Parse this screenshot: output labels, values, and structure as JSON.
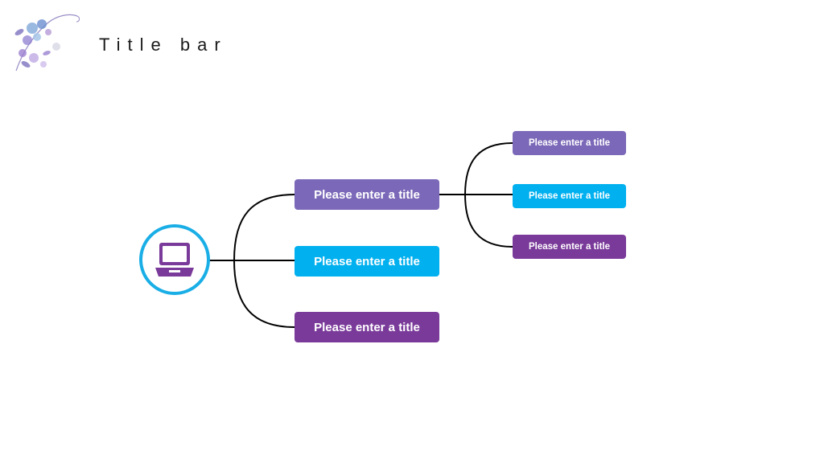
{
  "slide": {
    "title": "Title bar"
  },
  "diagram": {
    "root_icon": "laptop-icon",
    "branches": [
      {
        "label": "Please enter a title",
        "color": "#7b68b8",
        "children": [
          {
            "label": "Please enter a title",
            "color": "#7b68b8"
          },
          {
            "label": "Please enter a title",
            "color": "#00b0ef"
          },
          {
            "label": "Please enter a title",
            "color": "#7a3a9a"
          }
        ]
      },
      {
        "label": "Please enter a title",
        "color": "#00b0ef"
      },
      {
        "label": "Please enter a title",
        "color": "#7a3a9a"
      }
    ]
  },
  "colors": {
    "accent_cyan": "#19aee6",
    "purple_light": "#7b68b8",
    "purple_deep": "#7a3a9a",
    "icon_purple": "#7a3a9a",
    "connector": "#000000"
  }
}
